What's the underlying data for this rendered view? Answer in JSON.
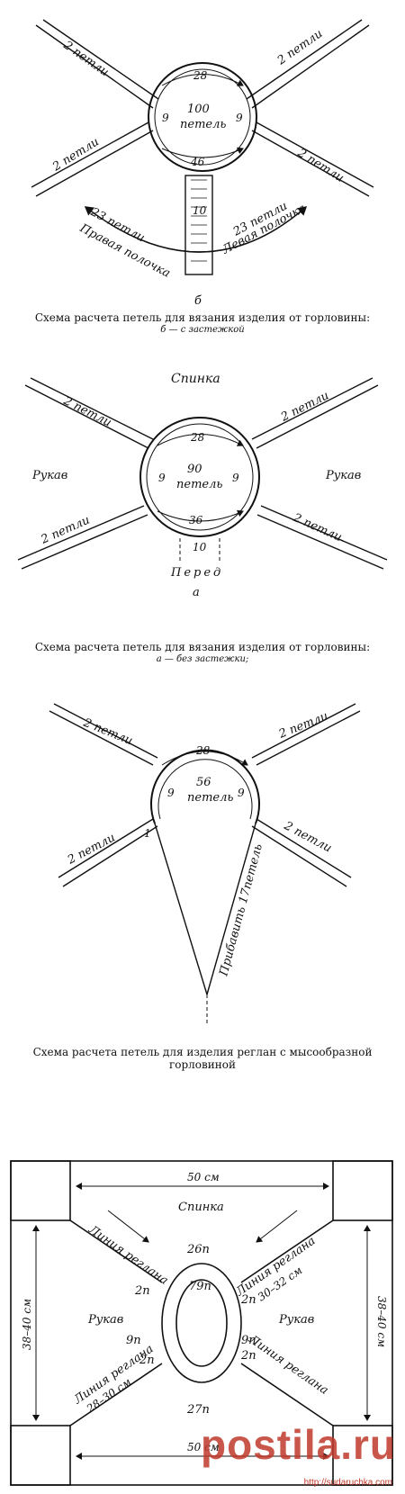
{
  "diagram_b": {
    "labels": {
      "two_loops": "2 петли",
      "center_count": "100",
      "center_word": "петель",
      "top": "28",
      "bottom": "46",
      "left_side": "9",
      "right_side": "9",
      "placket": "10",
      "right_front_count": "23 петли",
      "right_front": "Правая полочка",
      "left_front_count": "23 петли",
      "left_front": "Левая полочка",
      "letter": "б"
    },
    "caption": "Схема расчета петель для вязания изделия от горловины:",
    "caption_sub": "б — с застежкой"
  },
  "diagram_a": {
    "labels": {
      "back": "Спинка",
      "sleeve_left": "Рукав",
      "sleeve_right": "Рукав",
      "two_loops": "2 петли",
      "center_count": "90",
      "center_word": "петель",
      "top": "28",
      "bottom": "36",
      "left_side": "9",
      "right_side": "9",
      "front": "Перед",
      "bottom_mid": "10",
      "letter": "а"
    },
    "caption": "Схема расчета петель для вязания изделия от горловины:",
    "caption_sub": "а — без застежки;"
  },
  "diagram_c": {
    "labels": {
      "two_loops": "2 петли",
      "center_count": "56",
      "center_word": "петель",
      "top": "28",
      "left_side": "9",
      "right_side": "9",
      "one": "1",
      "add": "Прибавить 17петель"
    },
    "caption": "Схема расчета петель для изделия реглан с мысообразной горловиной"
  },
  "diagram_d": {
    "labels": {
      "width_top": "50 см",
      "width_bottom": "50 см",
      "back": "Спинка",
      "back_count": "26п",
      "front_count": "27п",
      "neck_count": "79п",
      "sleeve_left": "Рукав",
      "sleeve_right": "Рукав",
      "sleeve_count_left": "9п",
      "sleeve_count_right": "9п",
      "raglan": "Линия реглана",
      "two_p": "2п",
      "range_30_32": "30–32 см",
      "range_28_30": "28–30 см",
      "height_left": "38–40 см",
      "height_right": "38–40 см"
    }
  },
  "watermark": {
    "text": "postila.ru",
    "url": "http://sudaruchka.com"
  }
}
